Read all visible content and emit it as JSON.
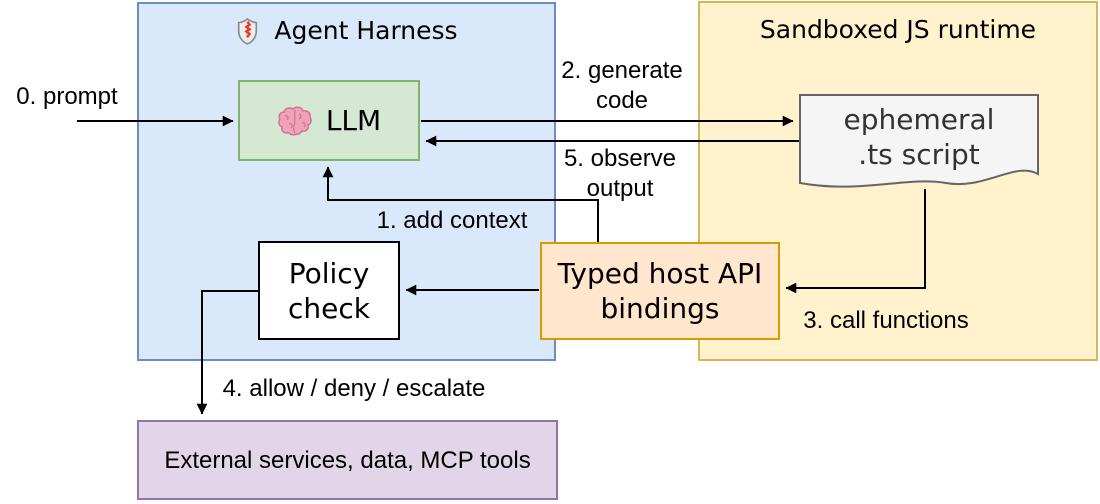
{
  "diagram": {
    "type": "flow-diagram",
    "containers": {
      "agent_harness": {
        "title": "Agent Harness",
        "icon": "shield",
        "fill": "#dae8fc",
        "stroke": "#6c8ebf"
      },
      "sandbox": {
        "title": "Sandboxed JS runtime",
        "fill": "#fff2cc",
        "stroke": "#d6b656"
      }
    },
    "nodes": {
      "llm": {
        "label": "LLM",
        "icon": "brain",
        "fill": "#d5e8d4",
        "stroke": "#82b366"
      },
      "script": {
        "line1": "ephemeral",
        "line2": ".ts script",
        "shape": "document",
        "fill": "#f5f5f5",
        "stroke": "#666666",
        "text_color": "#333333"
      },
      "policy": {
        "line1": "Policy",
        "line2": "check",
        "fill": "#ffffff",
        "stroke": "#000000"
      },
      "bindings": {
        "line1": "Typed host API",
        "line2": "bindings",
        "fill": "#ffe6cc",
        "stroke": "#d79b00"
      },
      "external": {
        "label": "External services, data, MCP tools",
        "fill": "#e1d5e7",
        "stroke": "#9673a6"
      }
    },
    "edges": [
      {
        "id": "e0",
        "label": "0. prompt",
        "from": "user",
        "to": "llm"
      },
      {
        "id": "e1",
        "label": "1. add context",
        "from": "bindings",
        "to": "llm"
      },
      {
        "id": "e2",
        "label_line1": "2. generate",
        "label_line2": "code",
        "from": "llm",
        "to": "script"
      },
      {
        "id": "e3",
        "label": "3. call functions",
        "from": "script",
        "to": "bindings"
      },
      {
        "id": "e3b",
        "label": "",
        "from": "bindings",
        "to": "policy"
      },
      {
        "id": "e4",
        "label": "4. allow / deny / escalate",
        "from": "policy",
        "to": "external"
      },
      {
        "id": "e5",
        "label_line1": "5. observe",
        "label_line2": "output",
        "from": "script",
        "to": "llm"
      }
    ],
    "arrow_color": "#000000"
  }
}
